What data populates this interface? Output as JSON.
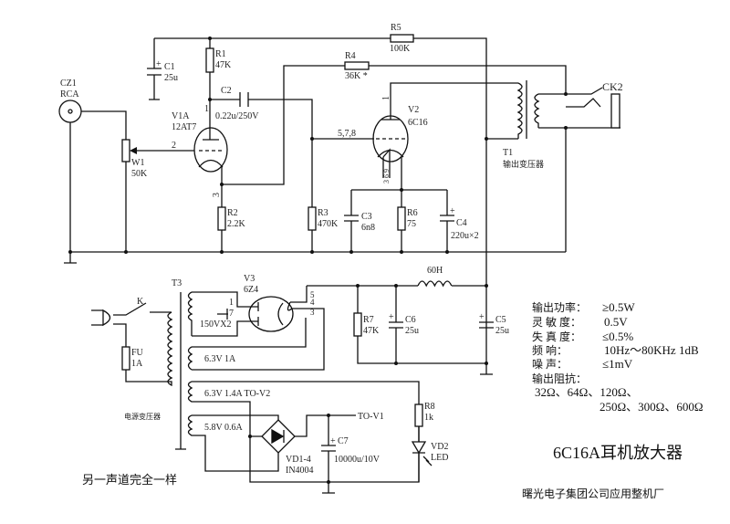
{
  "title": "6C16A耳机放大器",
  "company": "曙光电子集团公司应用整机厂",
  "note": "另一声道完全一样",
  "components": {
    "CZ1": {
      "ref": "CZ1",
      "value": "RCA"
    },
    "W1": {
      "ref": "W1",
      "value": "50K"
    },
    "C1": {
      "ref": "C1",
      "value": "25u"
    },
    "R1": {
      "ref": "R1",
      "value": "47K"
    },
    "C2": {
      "ref": "C2",
      "value": "0.22u/250V"
    },
    "V1A": {
      "ref": "V1A",
      "value": "12AT7",
      "pin_plate": "1",
      "pin_grid": "2",
      "pin_cathode": "3"
    },
    "R2": {
      "ref": "R2",
      "value": "2.2K"
    },
    "R3": {
      "ref": "R3",
      "value": "470K"
    },
    "R4": {
      "ref": "R4",
      "value": "36K *"
    },
    "R5": {
      "ref": "R5",
      "value": "100K"
    },
    "V2": {
      "ref": "V2",
      "value": "6C16",
      "pin_plate": "1",
      "pin_grid": "5,7,8",
      "pin_cathode": "3 6 9"
    },
    "C3": {
      "ref": "C3",
      "value": "6n8"
    },
    "R6": {
      "ref": "R6",
      "value": "75"
    },
    "C4": {
      "ref": "C4",
      "value": "220u×2"
    },
    "T1": {
      "ref": "T1",
      "value": "输出变压器"
    },
    "CK2": {
      "ref": "CK2"
    },
    "T3": {
      "ref": "T3",
      "value": "电源变压器",
      "w1": "150VX2",
      "w2": "6.3V  1A",
      "w3": "6.3V 1.4A   TO-V2",
      "w4": "5.8V 0.6A"
    },
    "K": {
      "ref": "K"
    },
    "FU": {
      "ref": "FU",
      "value": "1A"
    },
    "V3": {
      "ref": "V3",
      "value": "6Z4",
      "pins_left": "1\n7",
      "pin1": "1",
      "pin7": "7",
      "pin5": "5",
      "pin4": "4",
      "pin3": "3"
    },
    "L1": {
      "value": "60H"
    },
    "R7": {
      "ref": "R7",
      "value": "47K"
    },
    "C6": {
      "ref": "C6",
      "value": "25u"
    },
    "C5": {
      "ref": "C5",
      "value": "25u"
    },
    "VD14": {
      "ref": "VD1-4",
      "value": "IN4004"
    },
    "C7": {
      "ref": "C7",
      "value": "10000u/10V"
    },
    "TOV1": "TO-V1",
    "R8": {
      "ref": "R8",
      "value": "1k"
    },
    "VD2": {
      "ref": "VD2",
      "value": "LED"
    }
  },
  "specs": [
    {
      "label": "输出功率：",
      "value": "≥0.5W"
    },
    {
      "label": "灵 敏 度：",
      "value": "0.5V"
    },
    {
      "label": "失 真 度：",
      "value": "≤0.5%"
    },
    {
      "label": "频       响：",
      "value": "10Hz～80KHz  1dB"
    },
    {
      "label": "噪       声：",
      "value": "≤1mV"
    },
    {
      "label": "输出阻抗：",
      "value": ""
    }
  ],
  "impedances_line1": "32Ω、64Ω、120Ω、",
  "impedances_line2": "250Ω、300Ω、600Ω"
}
